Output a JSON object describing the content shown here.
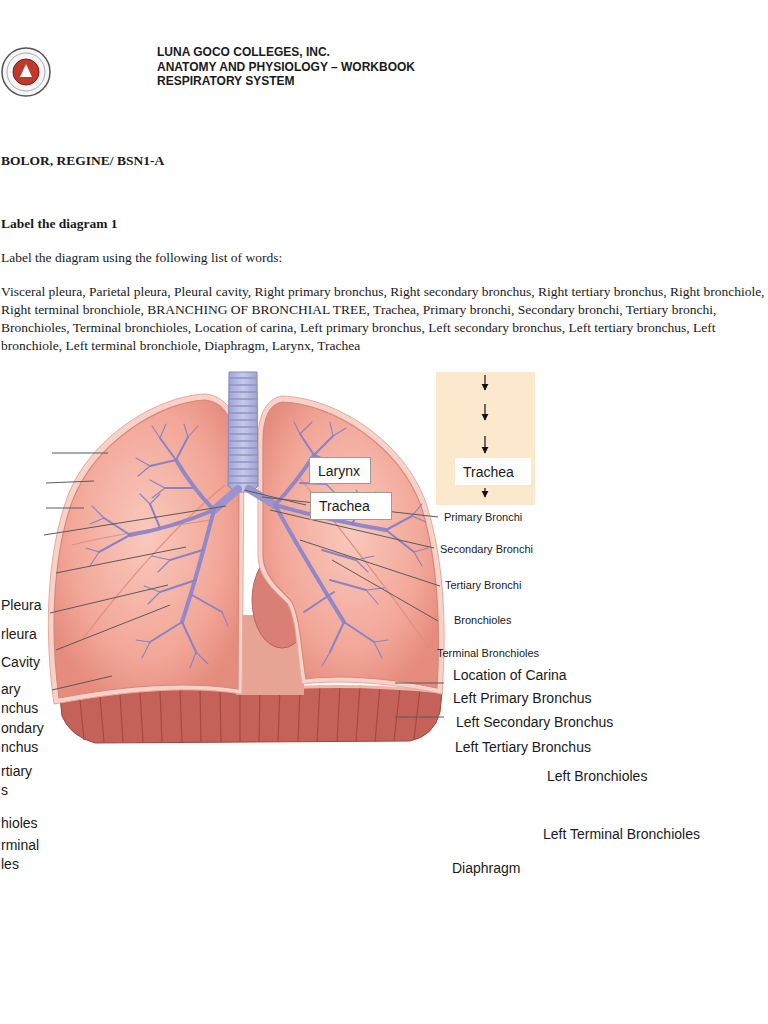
{
  "diagram": {
    "title": "Label the diagram 1",
    "nodes": [
      {
        "text": [
          "Larynx"
        ]
      },
      {
        "text": [
          "Trachea"
        ]
      },
      {
        "text": [
          "Trachea"
        ]
      }
    ],
    "labels": [
      "LUNA GOCO COLLEGES, INC.",
      "ANATOMY AND PHYSIOLOGY – WORKBOOK",
      "RESPIRATORY SYSTEM",
      "BOLOR, REGINE/ BSN1-A",
      "Label the diagram using the following list of words:",
      "Visceral pleura, Parietal pleura, Pleural cavity, Right primary bronchus, Right secondary bronchus, Right tertiary bronchus, Right bronchiole, Right terminal bronchiole, BRANCHING OF BRONCHIAL TREE, Trachea, Primary bronchi, Secondary bronchi, Tertiary bronchi, Bronchioles, Terminal bronchioles, Location of carina, Left primary bronchus, Left secondary bronchus, Left tertiary bronchus, Left bronchiole, Left terminal bronchiole, Diaphragm, Larynx, Trachea",
      "Primary Bronchi",
      "Secondary Bronchi",
      "Tertiary Bronchi",
      "Bronchioles",
      "Terminal Bronchioles",
      "Location of Carina",
      "Left Primary Bronchus",
      "Left Secondary Bronchus",
      "Left Tertiary Bronchus",
      "Left Bronchioles",
      "Left Terminal Bronchioles",
      "Diaphragm",
      "Pleura",
      "rleura",
      "Cavity",
      "ary nchus",
      "ondary nchus",
      "rtiary s",
      "hioles",
      "rminal les"
    ]
  }
}
